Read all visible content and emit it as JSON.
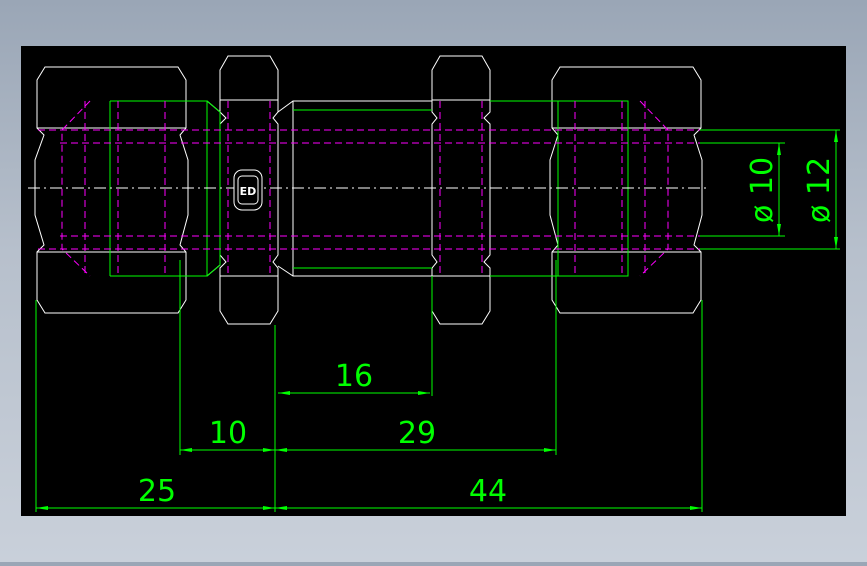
{
  "colors": {
    "canvas_bg": "#000000",
    "outline": "#ffffff",
    "dimension": "#00ff00",
    "hidden_line": "#ff00ff",
    "center_line": "#ffffff"
  },
  "logo": {
    "text": "ED"
  },
  "dimensions": {
    "d16": "16",
    "d10": "10",
    "d29": "29",
    "d25": "25",
    "d44": "44",
    "dia10": "ø 10",
    "dia12": "ø 12"
  }
}
